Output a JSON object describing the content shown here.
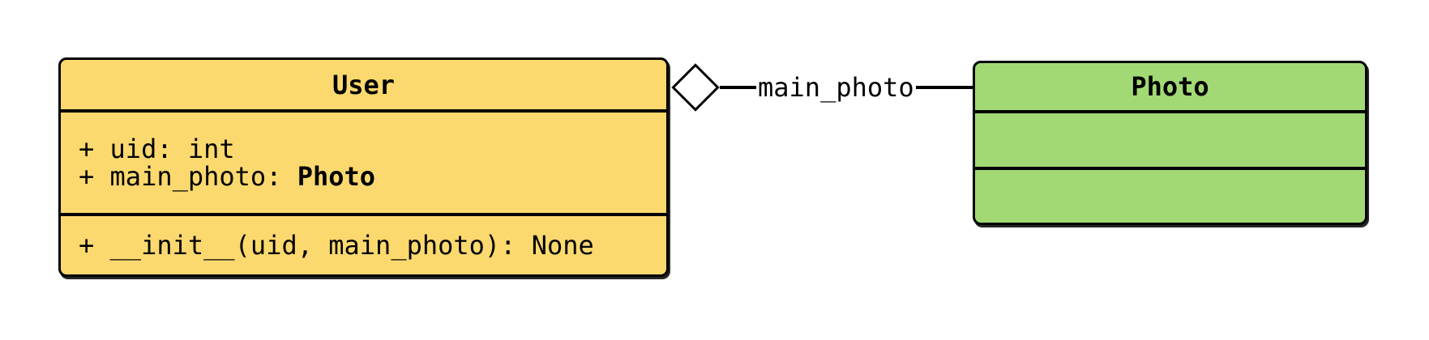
{
  "diagram": {
    "kind": "uml-class-diagram",
    "colors": {
      "background": "#ffffff",
      "border": "#000000",
      "text": "#000000",
      "user_fill": "#FBD96E",
      "photo_fill": "#A2D974"
    },
    "user_class": {
      "title": "User",
      "fill": "#FBD96E",
      "attributes": [
        {
          "label": "+ uid: ",
          "type": "int",
          "type_bold": false
        },
        {
          "label": "+ main_photo: ",
          "type": "Photo",
          "type_bold": true
        }
      ],
      "methods": [
        {
          "label": "+ __init__(uid, main_photo): None"
        }
      ]
    },
    "photo_class": {
      "title": "Photo",
      "fill": "#A2D974",
      "attributes": [],
      "methods": []
    },
    "relation": {
      "label": "main_photo",
      "type": "aggregation",
      "diamond_side": "User",
      "target": "Photo"
    }
  }
}
